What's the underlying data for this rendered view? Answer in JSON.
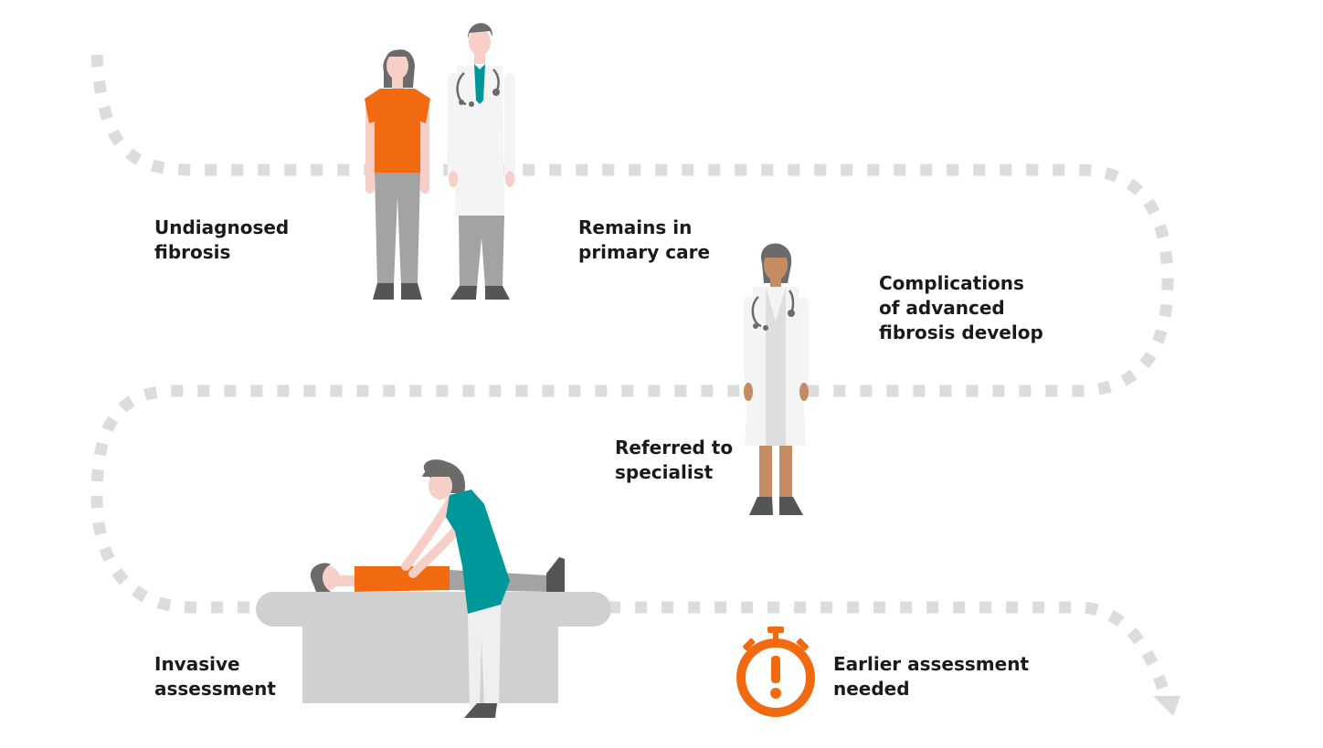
{
  "colors": {
    "path": "#dcdcdc",
    "accent_orange": "#f26a0f",
    "teal": "#00979a",
    "coat": "#f4f4f4",
    "trousers": "#a3a3a3",
    "hair": "#6b6b6b",
    "skin_light": "#f7cfc7",
    "skin_dark": "#c48c63",
    "bed": "#d0d0d0",
    "text": "#1a1a1a"
  },
  "steps": [
    {
      "id": "undiagnosed",
      "lines": [
        "Undiagnosed",
        "fibrosis"
      ]
    },
    {
      "id": "primary-care",
      "lines": [
        "Remains in",
        "primary care"
      ]
    },
    {
      "id": "complications",
      "lines": [
        "Complications",
        "of advanced",
        "fibrosis develop"
      ]
    },
    {
      "id": "referred",
      "lines": [
        "Referred to",
        "specialist"
      ]
    },
    {
      "id": "invasive",
      "lines": [
        "Invasive",
        "assessment"
      ]
    },
    {
      "id": "earlier",
      "lines": [
        "Earlier assessment",
        "needed"
      ]
    }
  ],
  "icons": {
    "patient_standing": "patient-woman-icon",
    "gp_doctor": "male-doctor-icon",
    "specialist": "female-specialist-icon",
    "assessment": "patient-examination-icon",
    "stopwatch": "stopwatch-alert-icon",
    "arrow": "arrow-head-icon"
  }
}
